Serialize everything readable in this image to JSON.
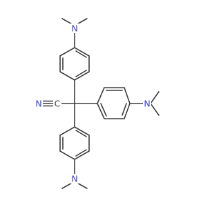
{
  "molecule": {
    "colors": {
      "bond": "#3c3c3c",
      "nitrogen": "#3b3bd6",
      "carbon": "#3c3c3c",
      "background": "#ffffff"
    },
    "atoms": {
      "nitrile_c": "C",
      "nitrile_n": "N",
      "top_amine": "N",
      "right_amine": "N",
      "bottom_amine": "N"
    }
  }
}
